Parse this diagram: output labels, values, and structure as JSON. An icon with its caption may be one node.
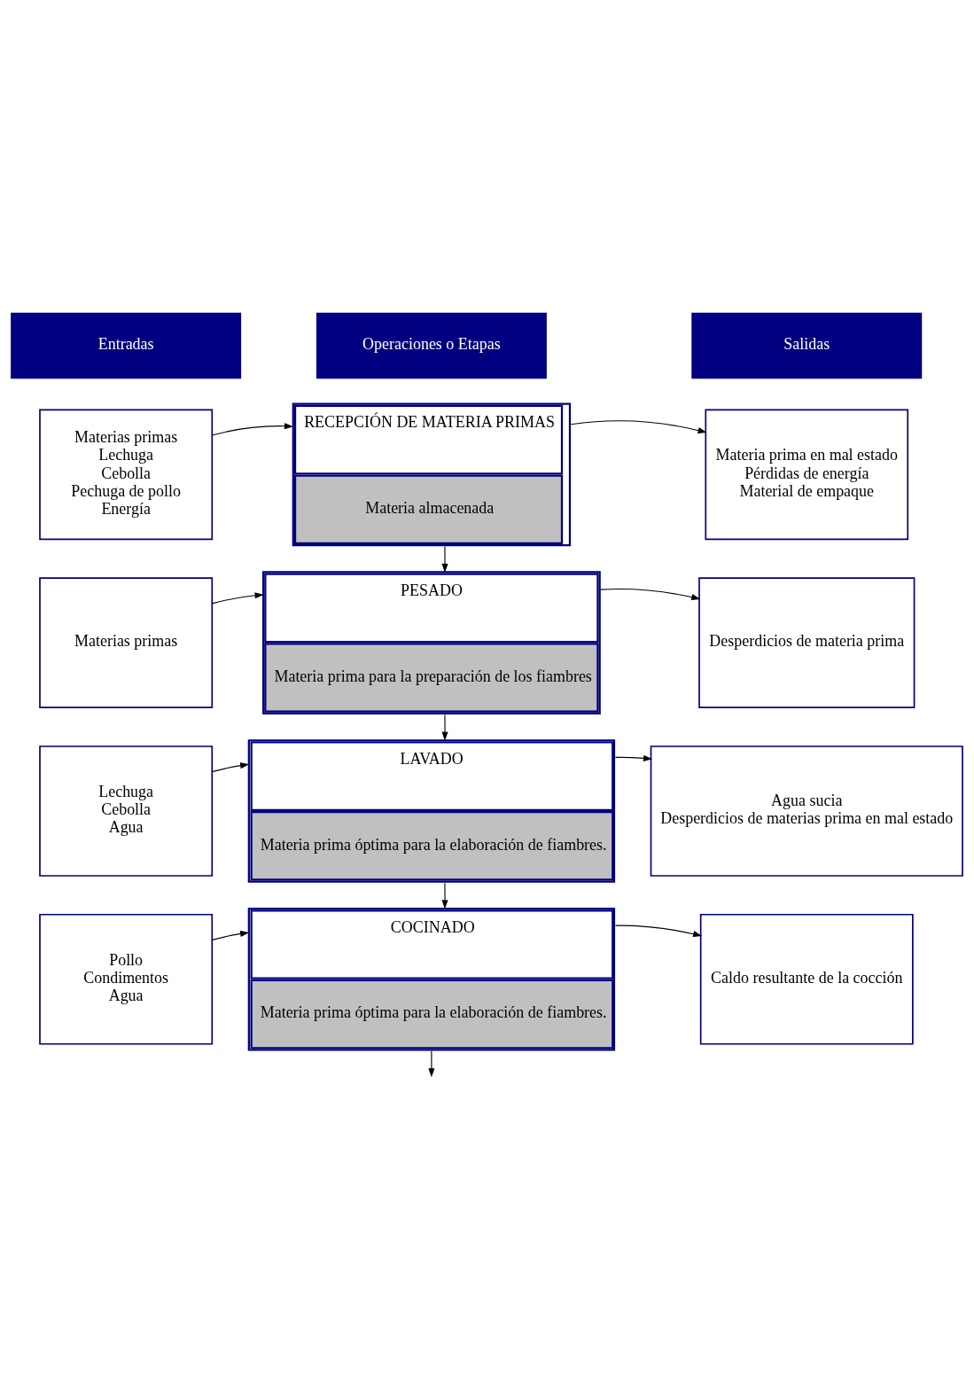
{
  "diagram": {
    "nodes": [
      {
        "text": [
          "Entradas"
        ]
      },
      {
        "text": [
          "Operaciones o Etapas"
        ]
      },
      {
        "text": [
          "Salidas"
        ]
      },
      {
        "text": [
          "Materias primas",
          "Lechuga",
          "Cebolla",
          "Pechuga de pollo",
          "Energía"
        ]
      },
      {
        "text": [
          "RECEPCIÓN DE MATERIA PRIMAS",
          "Materia almacenada"
        ]
      },
      {
        "text": [
          "Materia prima en mal estado",
          "Pérdidas de energía",
          "Material de empaque"
        ]
      },
      {
        "text": [
          "Materias primas"
        ]
      },
      {
        "text": [
          "PESADO",
          "Materia prima para la preparación de los fiambres"
        ]
      },
      {
        "text": [
          "Desperdicios de materia prima"
        ]
      },
      {
        "text": [
          "Lechuga",
          "Cebolla",
          "Agua"
        ]
      },
      {
        "text": [
          "LAVADO",
          "Materia prima óptima para la elaboración de fiambres."
        ]
      },
      {
        "text": [
          "Agua sucia",
          "Desperdicios de materias prima en mal estado"
        ]
      },
      {
        "text": [
          "Pollo",
          "Condimentos",
          "Agua"
        ]
      },
      {
        "text": [
          "COCINADO",
          "Materia prima óptima para la elaboración de fiambres."
        ]
      },
      {
        "text": [
          "Caldo resultante de la cocción"
        ]
      }
    ],
    "edges": [
      {
        "from": 3,
        "to": 4,
        "arrow": "to"
      },
      {
        "from": 4,
        "to": 5,
        "arrow": "to"
      },
      {
        "from": 4,
        "to": 7,
        "arrow": "to"
      },
      {
        "from": 6,
        "to": 7,
        "arrow": "to"
      },
      {
        "from": 7,
        "to": 8,
        "arrow": "to"
      },
      {
        "from": 7,
        "to": 10,
        "arrow": "to"
      },
      {
        "from": 9,
        "to": 10,
        "arrow": "to"
      },
      {
        "from": 10,
        "to": 11,
        "arrow": "to"
      },
      {
        "from": 10,
        "to": 13,
        "arrow": "to"
      },
      {
        "from": 12,
        "to": 13,
        "arrow": "to"
      },
      {
        "from": 13,
        "to": 14,
        "arrow": "to"
      },
      {
        "from": 13,
        "to": null,
        "arrow": "to"
      }
    ]
  }
}
